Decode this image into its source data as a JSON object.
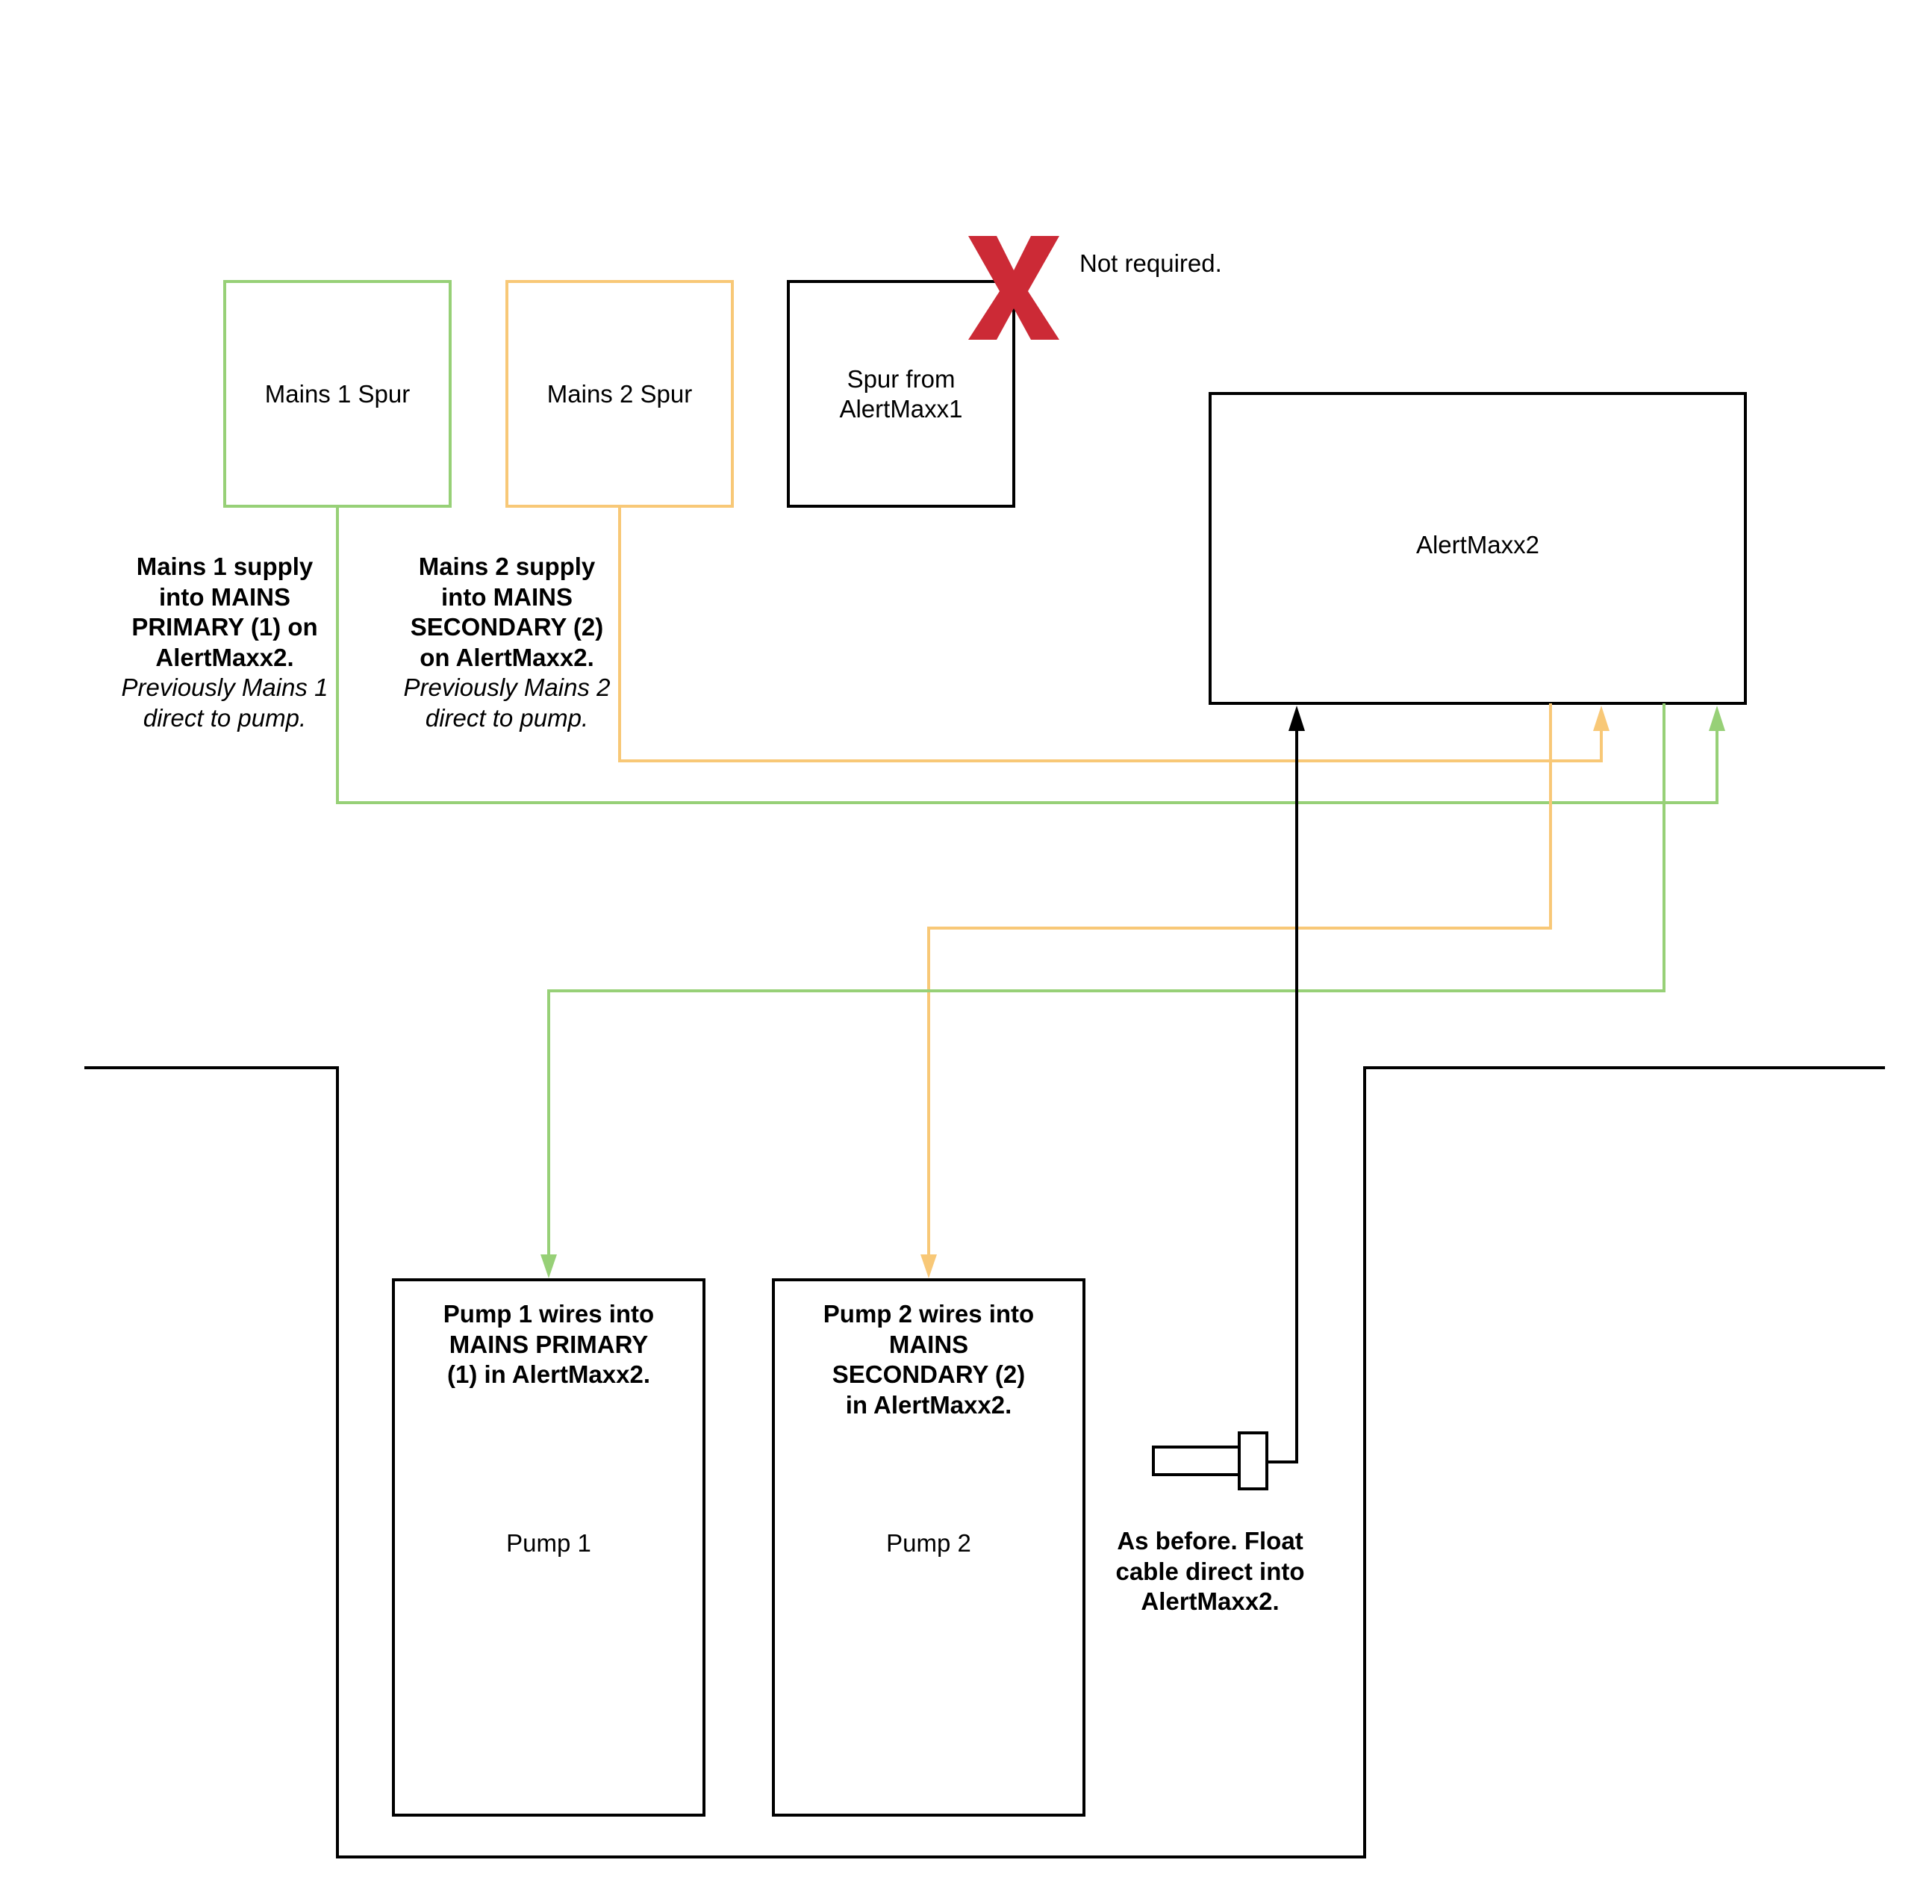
{
  "colors": {
    "mains1": "#97d077",
    "mains2": "#f8c877",
    "black": "#000000",
    "cross": "#cc2a36"
  },
  "boxes": {
    "mains1_spur": "Mains 1 Spur",
    "mains2_spur": "Mains 2 Spur",
    "spur_alertmaxx1": "Spur from AlertMaxx1",
    "alertmaxx2": "AlertMaxx2",
    "pump1": "Pump 1",
    "pump2": "Pump 2"
  },
  "cross_icon": "x-mark-icon",
  "float_icon": "float-switch-icon",
  "annotations": {
    "not_required": "Not required.",
    "mains1_note_bold": "Mains 1 supply into MAINS PRIMARY (1) on AlertMaxx2.",
    "mains1_note_italic": "Previously Mains 1 direct to pump.",
    "mains2_note_bold": "Mains 2 supply into MAINS SECONDARY (2) on AlertMaxx2.",
    "mains2_note_italic": "Previously Mains 2 direct to pump.",
    "pump1_note": "Pump 1 wires into MAINS PRIMARY (1) in AlertMaxx2.",
    "pump2_note": "Pump 2 wires into MAINS SECONDARY (2) in AlertMaxx2.",
    "float_note": "As before. Float cable direct into AlertMaxx2."
  }
}
